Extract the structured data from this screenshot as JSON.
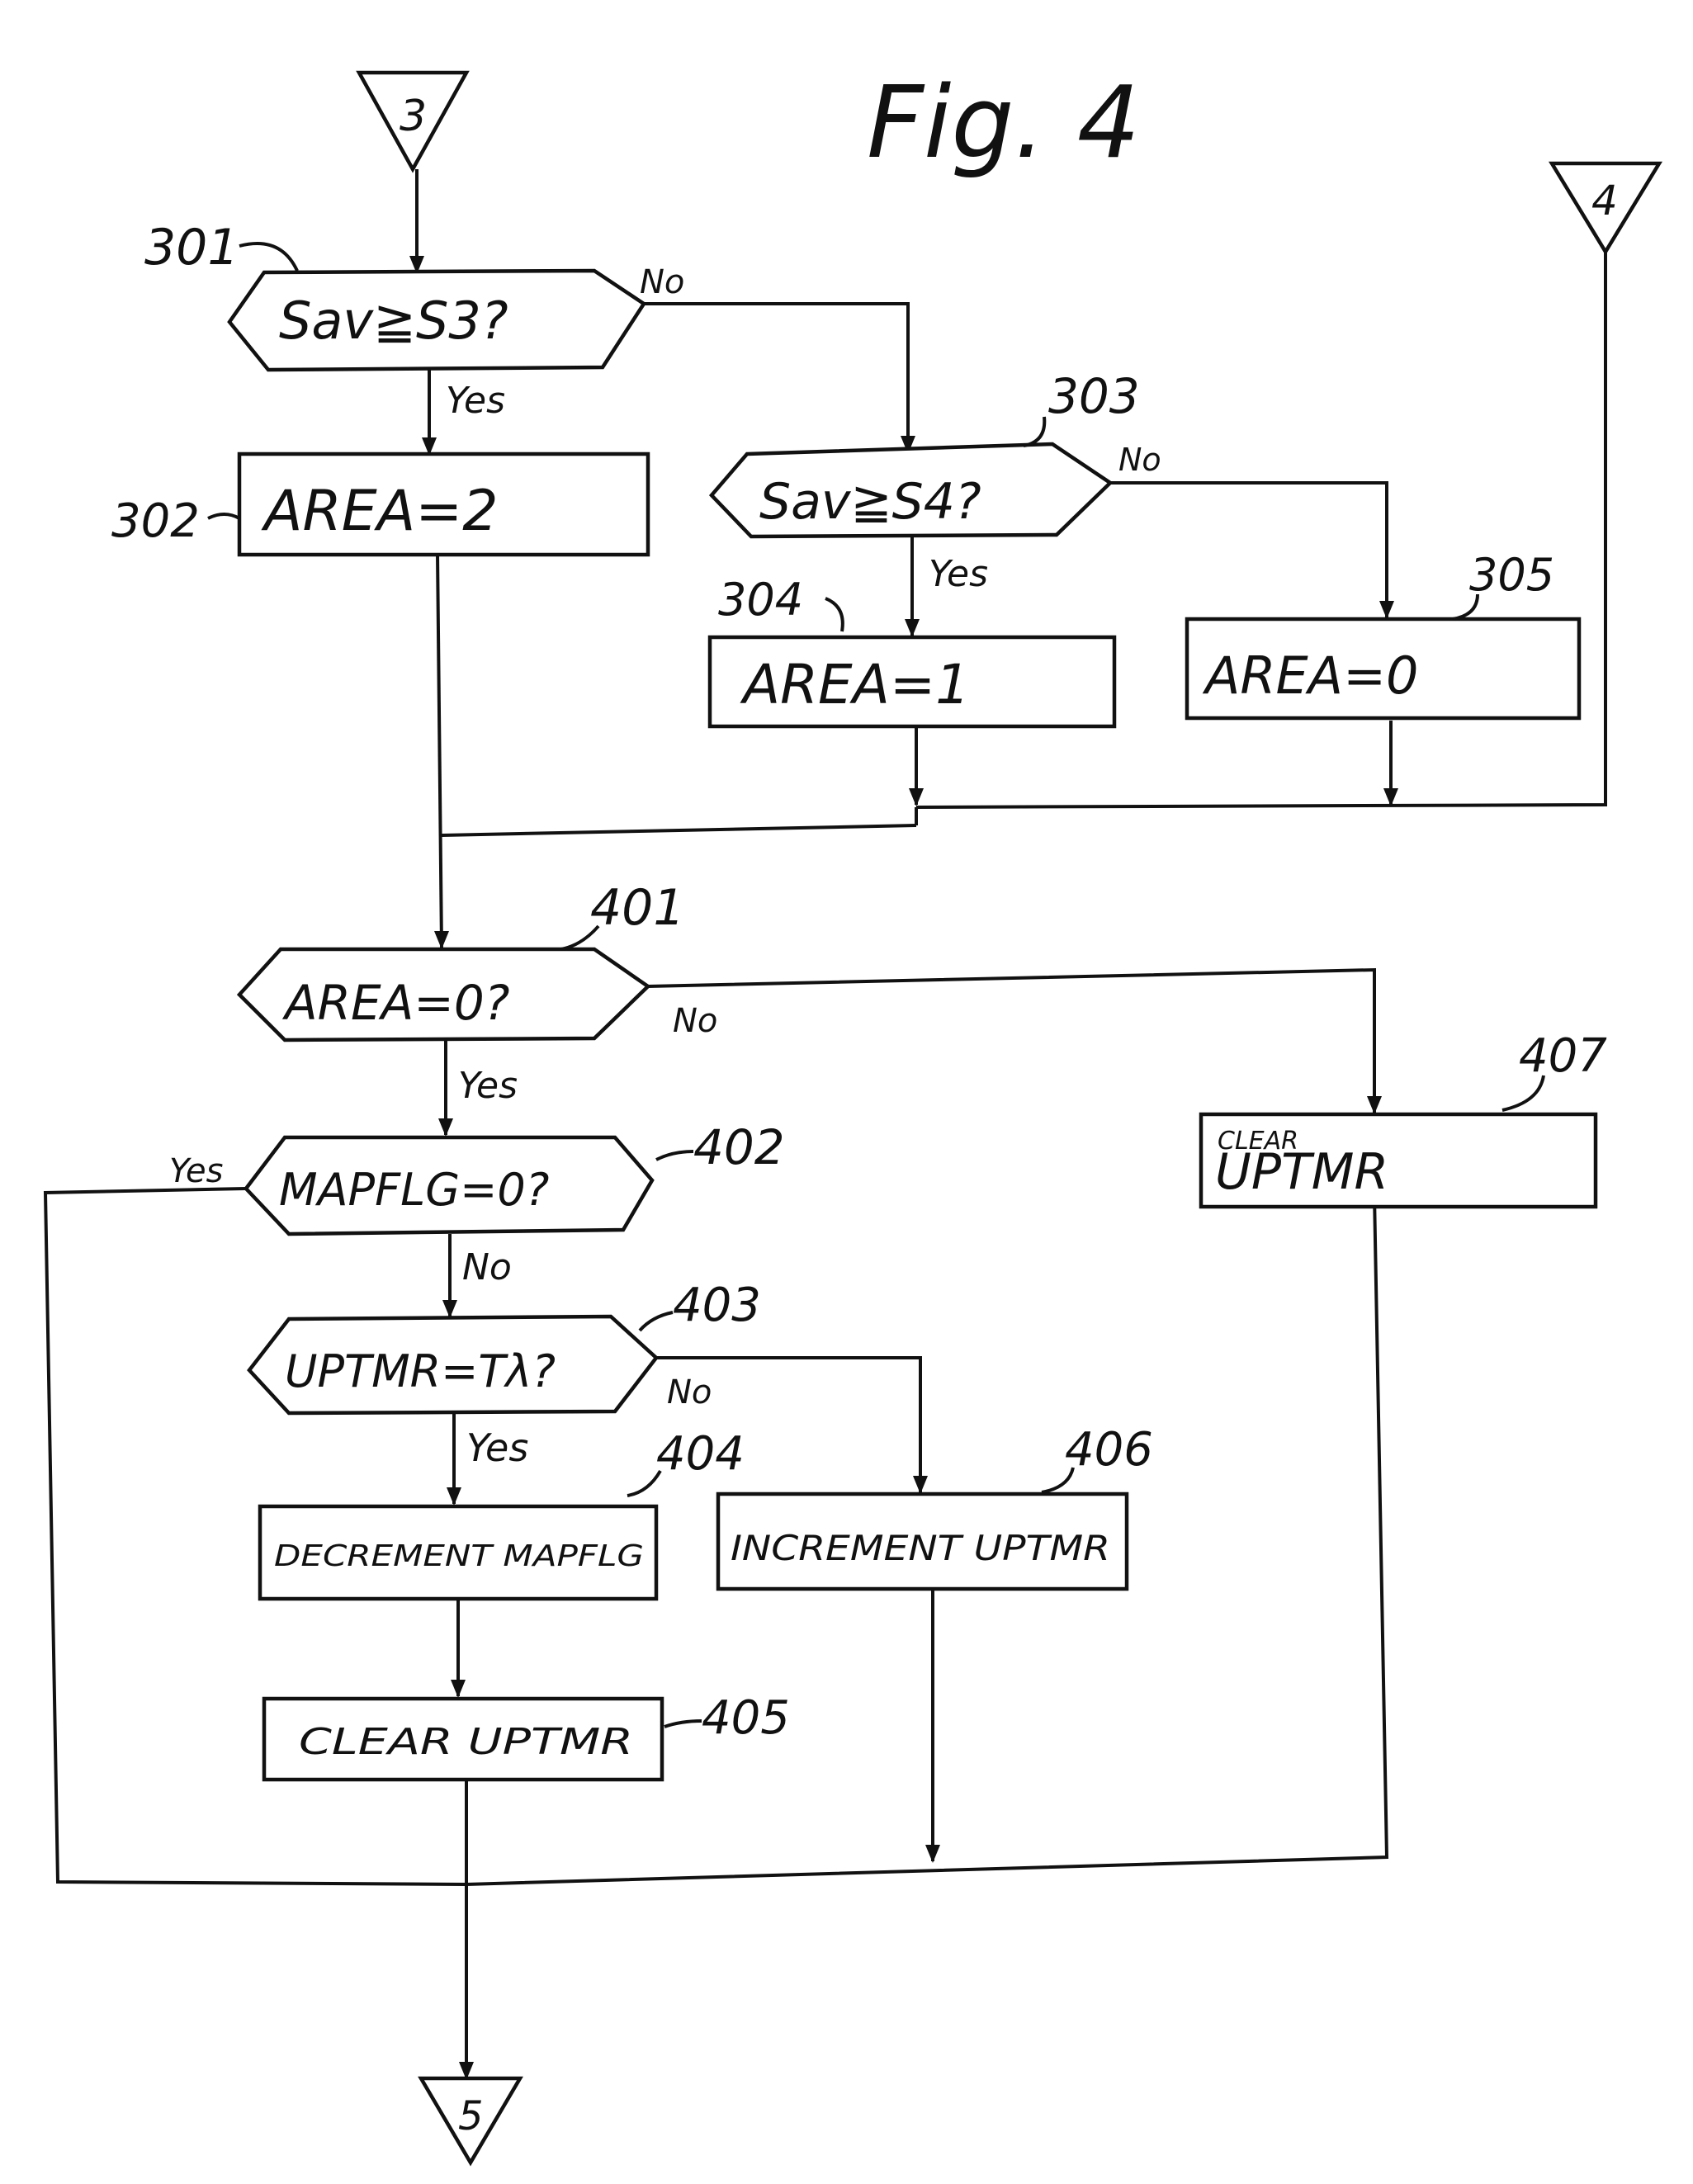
{
  "figure_title": "Fig. 4",
  "connectors": {
    "in_3": "3",
    "in_4": "4",
    "out_5": "5"
  },
  "steps": {
    "s301": {
      "ref": "301",
      "text": "Sav≧S3?"
    },
    "s302": {
      "ref": "302",
      "text": "AREA=2"
    },
    "s303": {
      "ref": "303",
      "text": "Sav≧S4?"
    },
    "s304": {
      "ref": "304",
      "text": "AREA=1"
    },
    "s305": {
      "ref": "305",
      "text": "AREA=0"
    },
    "s401": {
      "ref": "401",
      "text": "AREA=0?"
    },
    "s402": {
      "ref": "402",
      "text": "MAPFLG=0?"
    },
    "s403": {
      "ref": "403",
      "text": "UPTMR=Tλ?"
    },
    "s404": {
      "ref": "404",
      "text": "DECREMENT MAPFLG"
    },
    "s405": {
      "ref": "405",
      "text": "CLEAR UPTMR"
    },
    "s406": {
      "ref": "406",
      "text": "INCREMENT UPTMR"
    },
    "s407": {
      "ref": "407",
      "text_small": "CLEAR",
      "text": "UPTMR"
    }
  },
  "branch_labels": {
    "yes": "Yes",
    "no": "No"
  }
}
